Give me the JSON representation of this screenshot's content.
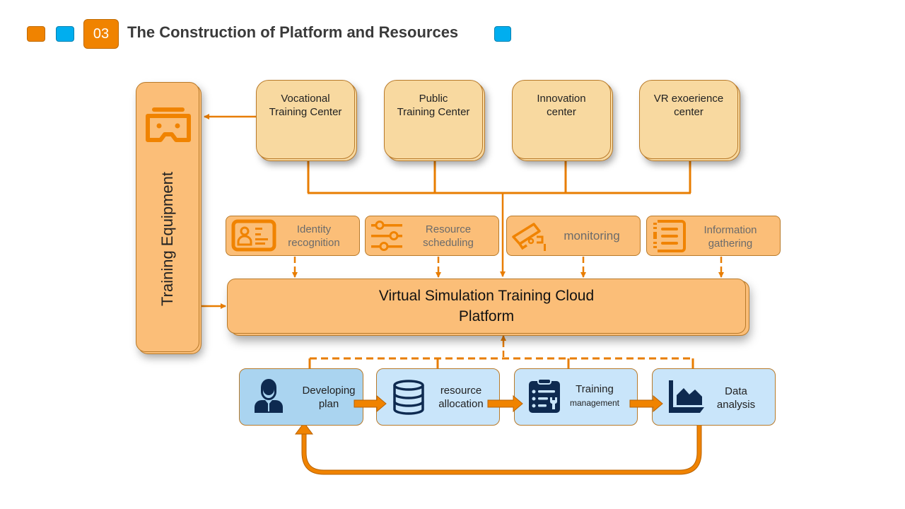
{
  "header": {
    "section_number": "03",
    "title": "The Construction of Platform and Resources"
  },
  "colors": {
    "orange": "#f08300",
    "blue": "#00aeef",
    "light_orange": "#fbbe78",
    "peach": "#f8d9a0",
    "light_blue": "#c9e5fa",
    "navy": "#0e2a50"
  },
  "training_equipment": {
    "label": "Training Equipment",
    "icon": "vr-headset-icon"
  },
  "centers": [
    {
      "line1": "Vocational",
      "line2": "Training Center"
    },
    {
      "line1": "Public",
      "line2": "Training Center"
    },
    {
      "line1": "Innovation",
      "line2": "center"
    },
    {
      "line1": "VR exoerience",
      "line2": "center"
    }
  ],
  "functions": [
    {
      "line1": "Identity",
      "line2": "recognition",
      "icon": "id-card-icon"
    },
    {
      "line1": "Resource",
      "line2": "scheduling",
      "icon": "sliders-icon"
    },
    {
      "line1": "monitoring",
      "line2": "",
      "icon": "cctv-camera-icon"
    },
    {
      "line1": "Information",
      "line2": "gathering",
      "icon": "list-icon"
    }
  ],
  "platform": {
    "line1": "Virtual Simulation Training Cloud",
    "line2": "Platform"
  },
  "process": [
    {
      "line1": "Developing",
      "line2": "plan",
      "icon": "person-icon"
    },
    {
      "line1": "resource",
      "line2": "allocation",
      "icon": "database-icon"
    },
    {
      "line1": "Training",
      "line2": "management",
      "icon": "clipboard-tools-icon"
    },
    {
      "line1": "Data",
      "line2": "analysis",
      "icon": "area-chart-icon"
    }
  ]
}
